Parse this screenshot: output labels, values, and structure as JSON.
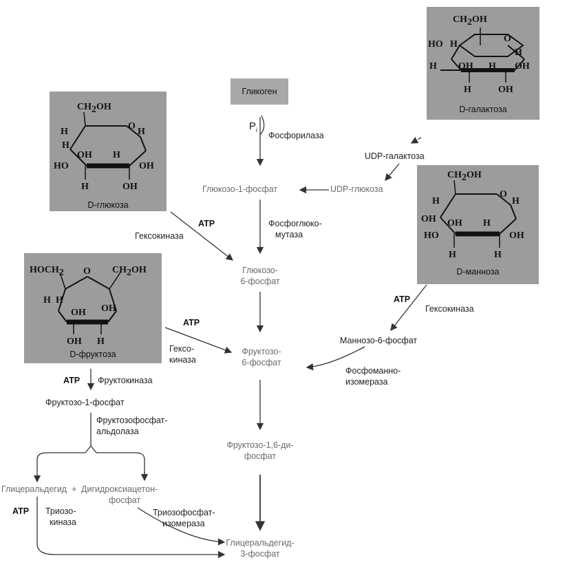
{
  "glycogen": "Гликоген",
  "pi": "P",
  "pi_sub": "i",
  "phosphorylase": "Фосфорилаза",
  "glucose1p": "Глюкозо-1-фосфат",
  "udp_glucose": "UDP-глюкоза",
  "udp_galactose": "UDP-галактоза",
  "phosphoglucomutase": [
    "Фосфоглюко-",
    "мутаза"
  ],
  "glucose6p": [
    "Глюкозо-",
    "6-фосфат"
  ],
  "fructose6p": [
    "Фруктозо-",
    "6-фосфат"
  ],
  "fructose16bp": [
    "Фруктозо-1,6-ди-",
    "фосфат"
  ],
  "glyceraldehyde3p": [
    "Глицеральдегид-",
    "3-фосфат"
  ],
  "atp": "ATP",
  "hexokinase": "Гексокиназа",
  "hexokinase_split": [
    "Гексо-",
    "киназа"
  ],
  "mannose6p": "Маннозо-6-фосфат",
  "phosphomannoisomerase": [
    "Фосфоманно-",
    "изомераза"
  ],
  "fructokinase": "Фруктокиназа",
  "fructose1p": "Фруктозо-1-фосфат",
  "fructose_aldolase": [
    "Фруктозофосфат-",
    "альдолаза"
  ],
  "glyceraldehyde": "Глицеральдегид",
  "plus": "+",
  "dhap": [
    "Дигидроксиацетон-",
    "фосфат"
  ],
  "triokinase": [
    "Триозо-",
    "киназа"
  ],
  "triose_isomerase": [
    "Триозофосфат-",
    "изомераза"
  ],
  "sugars": {
    "galactose": "D-галактоза",
    "glucose": "D-глюкоза",
    "mannose": "D-манноза",
    "fructose": "D-фруктоза"
  },
  "struct_text": {
    "ch2oh": "CH",
    "ch2oh_2": "OH",
    "sub2": "2",
    "hoch2": "HOCH",
    "o": "O",
    "h": "H",
    "oh": "OH",
    "ho": "HO"
  }
}
